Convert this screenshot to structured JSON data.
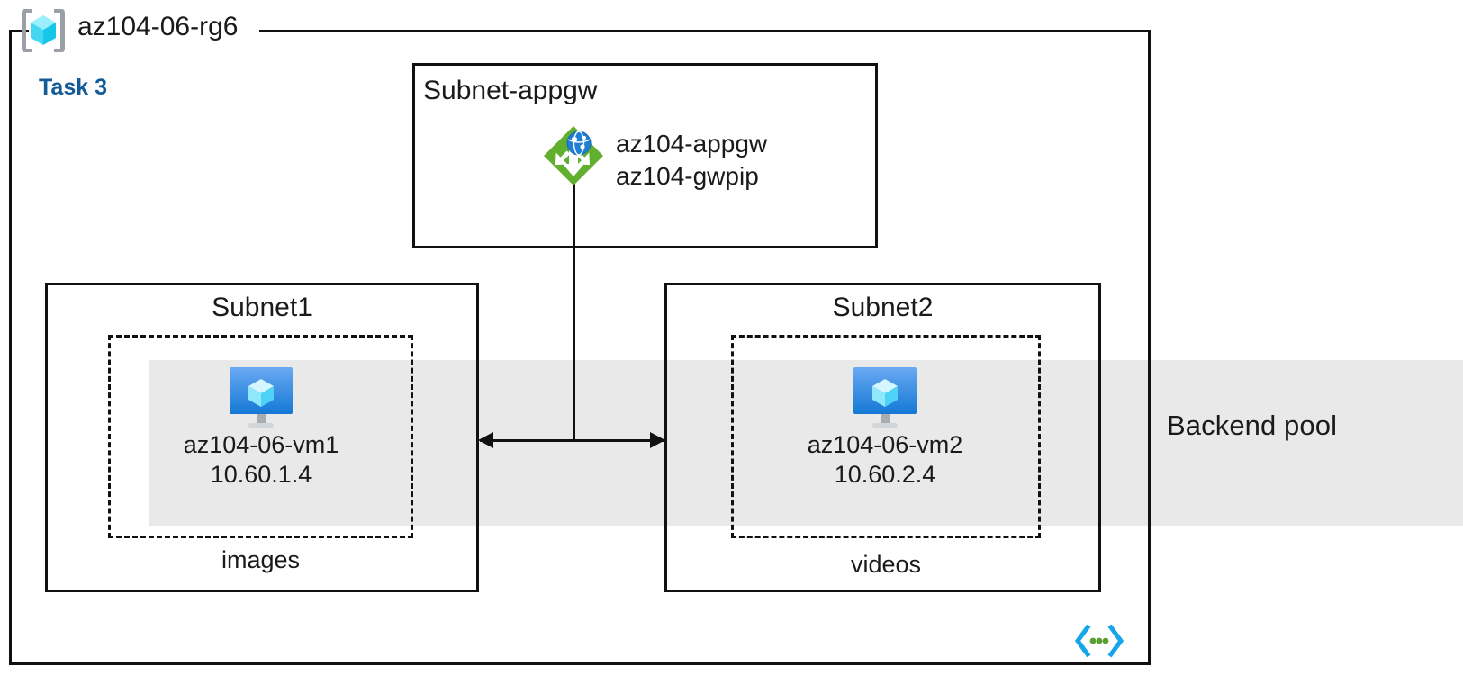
{
  "diagram": {
    "resource_group": {
      "name": "az104-06-rg6",
      "icon": "resource-group-icon"
    },
    "task_label": "Task 3",
    "backend_pool": {
      "label": "Backend pool",
      "band_color": "#e9e9e9"
    },
    "accent_colors": {
      "task_blue": "#135a96",
      "appgw_green": "#61af2f",
      "vm_blue": "#4a9bf0",
      "cube_cyan": "#6fe3fb",
      "vnet_cyan": "#16a5e8",
      "vnet_dot_green": "#5a9e2f",
      "border_black": "#111111"
    },
    "subnets": [
      {
        "id": "subnet-appgw",
        "title": "Subnet-appgw",
        "resources": [
          {
            "icon": "application-gateway-icon",
            "lines": [
              "az104-appgw",
              "az104-gwpip"
            ]
          }
        ]
      },
      {
        "id": "subnet1",
        "title": "Subnet1",
        "vm": {
          "icon": "virtual-machine-icon",
          "name": "az104-06-vm1",
          "ip": "10.60.1.4"
        },
        "storage_caption": "images"
      },
      {
        "id": "subnet2",
        "title": "Subnet2",
        "vm": {
          "icon": "virtual-machine-icon",
          "name": "az104-06-vm2",
          "ip": "10.60.2.4"
        },
        "storage_caption": "videos"
      }
    ],
    "connectors": [
      {
        "id": "appgw-to-backend",
        "type": "vertical-line"
      },
      {
        "id": "subnet1-subnet2-link",
        "type": "double-arrow"
      }
    ],
    "footer_icon": "virtual-network-icon"
  }
}
